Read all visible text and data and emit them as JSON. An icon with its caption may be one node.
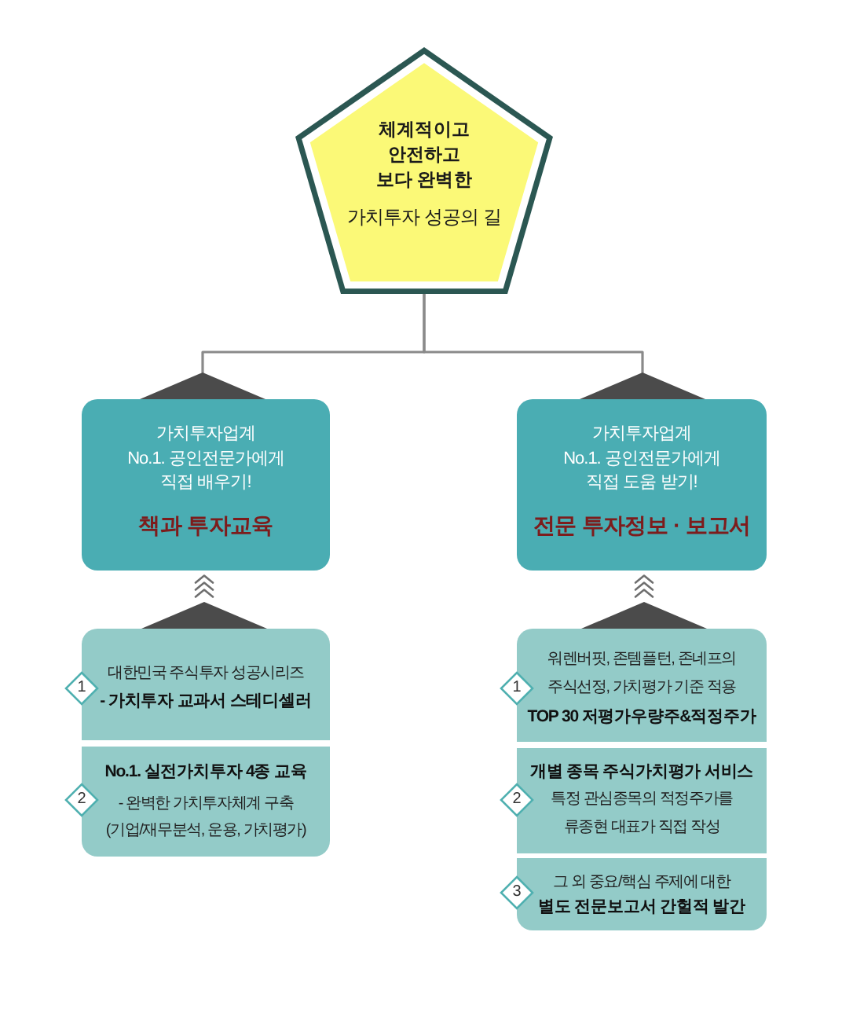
{
  "diagram": {
    "nodes": [
      {
        "text": [
          "체계적이고 안전하고 보다 완벽한",
          "가치투자 성공의 길"
        ]
      },
      {
        "text": [
          "가치투자업계 No.1. 공인전문가에게 직접 배우기!",
          "책과 투자교육"
        ]
      },
      {
        "text": [
          "가치투자업계 No.1. 공인전문가에게 직접 도움 받기!",
          "전문 투자정보 · 보고서"
        ]
      },
      {
        "text": [
          "대한민국 주식투자 성공시리즈",
          "- 가치투자 교과서 스테디셀러"
        ]
      },
      {
        "text": [
          "1"
        ]
      },
      {
        "text": [
          "No.1. 실전가치투자 4종 교육",
          "- 완벽한 가치투자체계 구축 (기업/재무분석, 운용, 가치평가)"
        ]
      },
      {
        "text": [
          "2"
        ]
      },
      {
        "text": [
          "워렌버핏, 존템플턴, 존네프의 주식선정, 가치평가 기준 적용",
          "TOP 30 저평가우량주&적정주가"
        ]
      },
      {
        "text": [
          "1"
        ]
      },
      {
        "text": [
          "개별 종목 주식가치평가 서비스",
          "특정 관심종목의 적정주가를 류종현 대표가 직접 작성"
        ]
      },
      {
        "text": [
          "2"
        ]
      },
      {
        "text": [
          "그 외 중요/핵심 주제에 대한",
          "별도 전문보고서 간헐적 발간"
        ]
      },
      {
        "text": [
          "3"
        ]
      }
    ],
    "edges": [
      {
        "from": 0,
        "to": 1,
        "arrow": "none"
      },
      {
        "from": 0,
        "to": 2,
        "arrow": "none"
      },
      {
        "from": 3,
        "to": 1,
        "arrow": "to"
      },
      {
        "from": 7,
        "to": 2,
        "arrow": "to"
      }
    ]
  }
}
